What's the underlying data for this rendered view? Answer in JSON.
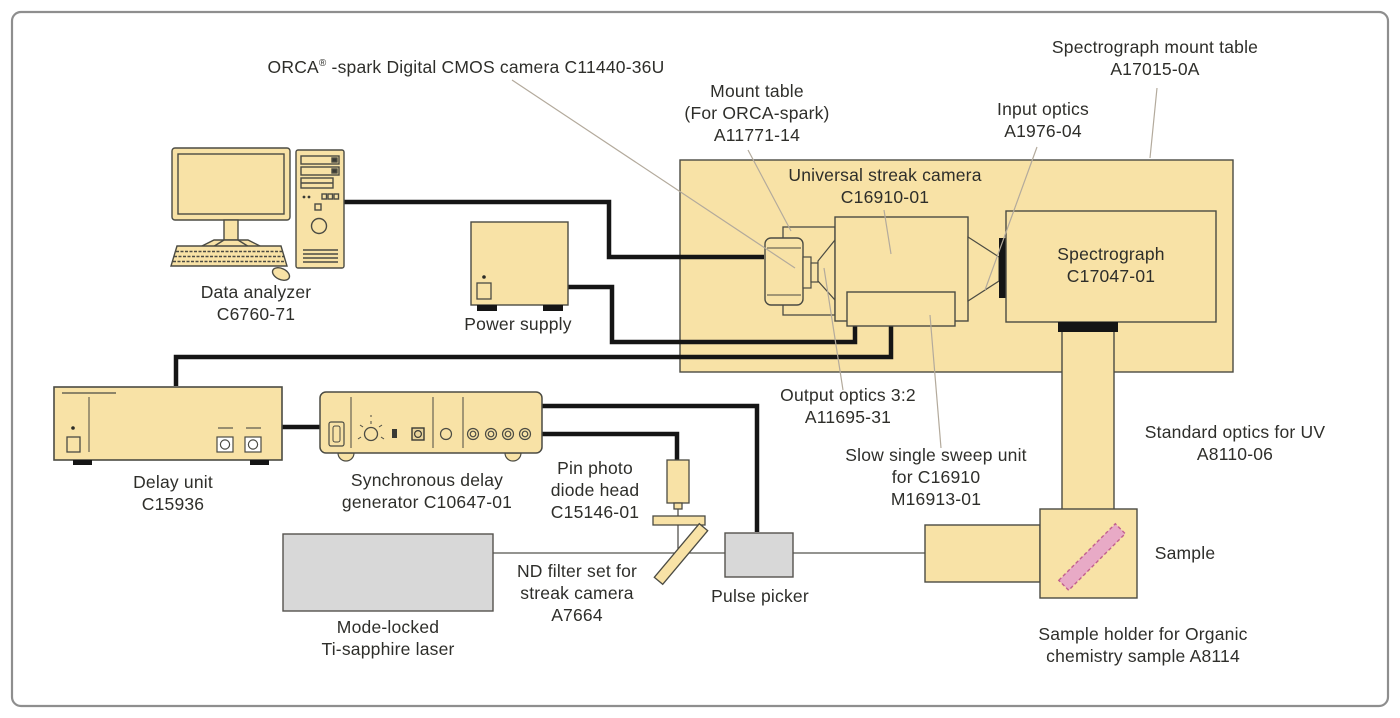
{
  "colors": {
    "component_yellow": "#f8e2a6",
    "component_gray": "#d8d8d8",
    "sample_pink": "#e8aac6",
    "sample_pink_border": "#c2608e",
    "cable_black": "#151515",
    "outline_dark": "#4b4b43",
    "leader_gray": "#b3aa9c",
    "frame_border": "#8e8e8e",
    "text": "#2e2e2a"
  },
  "labels": {
    "orca": {
      "brand": "ORCA",
      "reg": "®",
      "rest": " -spark Digital CMOS camera C11440-36U"
    },
    "mount_table_orca": [
      "Mount table",
      "(For ORCA-spark)",
      "A11771-14"
    ],
    "input_optics": [
      "Input optics",
      "A1976-04"
    ],
    "spectrograph_mount_table": [
      "Spectrograph mount table",
      "A17015-0A"
    ],
    "universal_streak_camera": [
      "Universal streak camera",
      "C16910-01"
    ],
    "data_analyzer": [
      "Data analyzer",
      "C6760-71"
    ],
    "power_supply": [
      "Power supply"
    ],
    "delay_unit": [
      "Delay unit",
      "C15936"
    ],
    "sync_delay_generator": [
      "Synchronous delay",
      "generator C10647-01"
    ],
    "pin_photo_diode": [
      "Pin photo",
      "diode head",
      "C15146-01"
    ],
    "nd_filter": [
      "ND filter set for",
      "streak camera",
      "A7664"
    ],
    "pulse_picker": [
      "Pulse picker"
    ],
    "laser": [
      "Mode-locked",
      "Ti-sapphire laser"
    ],
    "output_optics": [
      "Output optics 3:2",
      "A11695-31"
    ],
    "sweep_unit": [
      "Slow single sweep unit",
      "for C16910",
      "M16913-01"
    ],
    "spectrograph": [
      "Spectrograph",
      "C17047-01"
    ],
    "standard_optics": [
      "Standard optics for UV",
      "A8110-06"
    ],
    "sample": [
      "Sample"
    ],
    "sample_holder": [
      "Sample holder for Organic",
      "chemistry sample A8114"
    ]
  }
}
